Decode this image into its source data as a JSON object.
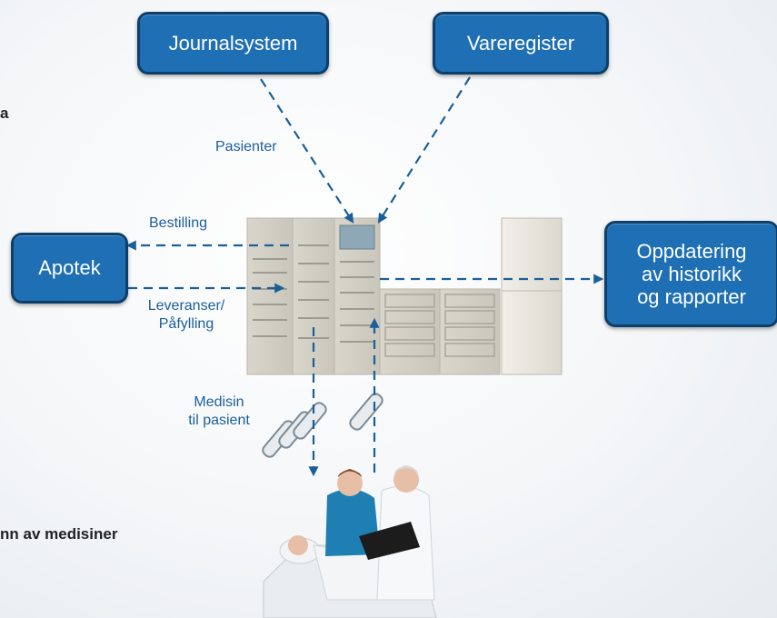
{
  "boxes": {
    "journal": "Journalsystem",
    "vare": "Vareregister",
    "apotek": "Apotek",
    "oppd_l1": "Oppdatering",
    "oppd_l2": "av historikk",
    "oppd_l3": "og rapporter"
  },
  "labels": {
    "pasienter": "Pasienter",
    "bestilling": "Bestilling",
    "leveranser_l1": "Leveranser/",
    "leveranser_l2": "Påfylling",
    "medisin_l1": "Medisin",
    "medisin_l2": "til pasient"
  },
  "cutoff_text": {
    "top": "a",
    "bottom": "nn av medisiner"
  },
  "colors": {
    "box_fill": "#1e6fb4",
    "box_border": "#0e3f6b",
    "arrow": "#1b5f99",
    "label_text": "#1b5f99"
  }
}
